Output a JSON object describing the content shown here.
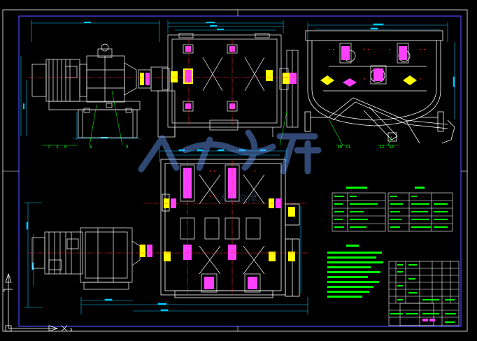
{
  "colors": {
    "background": "#000000",
    "frame": "#4a4aff",
    "equipment": "#ffffff",
    "dimension": "#00c8ff",
    "centerline": "#ff3030",
    "gear_yellow": "#ffff00",
    "gear_magenta": "#ff40ff",
    "green_text": "#00ff00",
    "table_line": "#ffffff",
    "watermark": "#6aa0ff"
  },
  "icons": {
    "ucs": "ucs-axis-icon",
    "watermark": "watermark-logo-icon"
  },
  "watermark": {
    "text": "人人文库"
  },
  "callouts_front": {
    "items": [
      "7",
      "2",
      "6",
      "8",
      "9"
    ]
  },
  "callouts_side": {
    "items": [
      "10",
      "11",
      "12",
      "13"
    ]
  },
  "tech_table_1": {
    "rows": [
      [
        "",
        "",
        ""
      ],
      [
        "",
        "",
        ""
      ],
      [
        "",
        "",
        ""
      ],
      [
        "",
        "",
        ""
      ],
      [
        "",
        "",
        ""
      ]
    ]
  },
  "tech_table_2": {
    "rows": [
      [
        "",
        "",
        ""
      ],
      [
        "",
        "",
        ""
      ],
      [
        "",
        "",
        ""
      ],
      [
        "",
        "",
        ""
      ],
      [
        "",
        "",
        ""
      ]
    ]
  },
  "title_block": {
    "rows": 9
  },
  "ucs": {
    "x_label": "X",
    "y_label": "Y"
  }
}
